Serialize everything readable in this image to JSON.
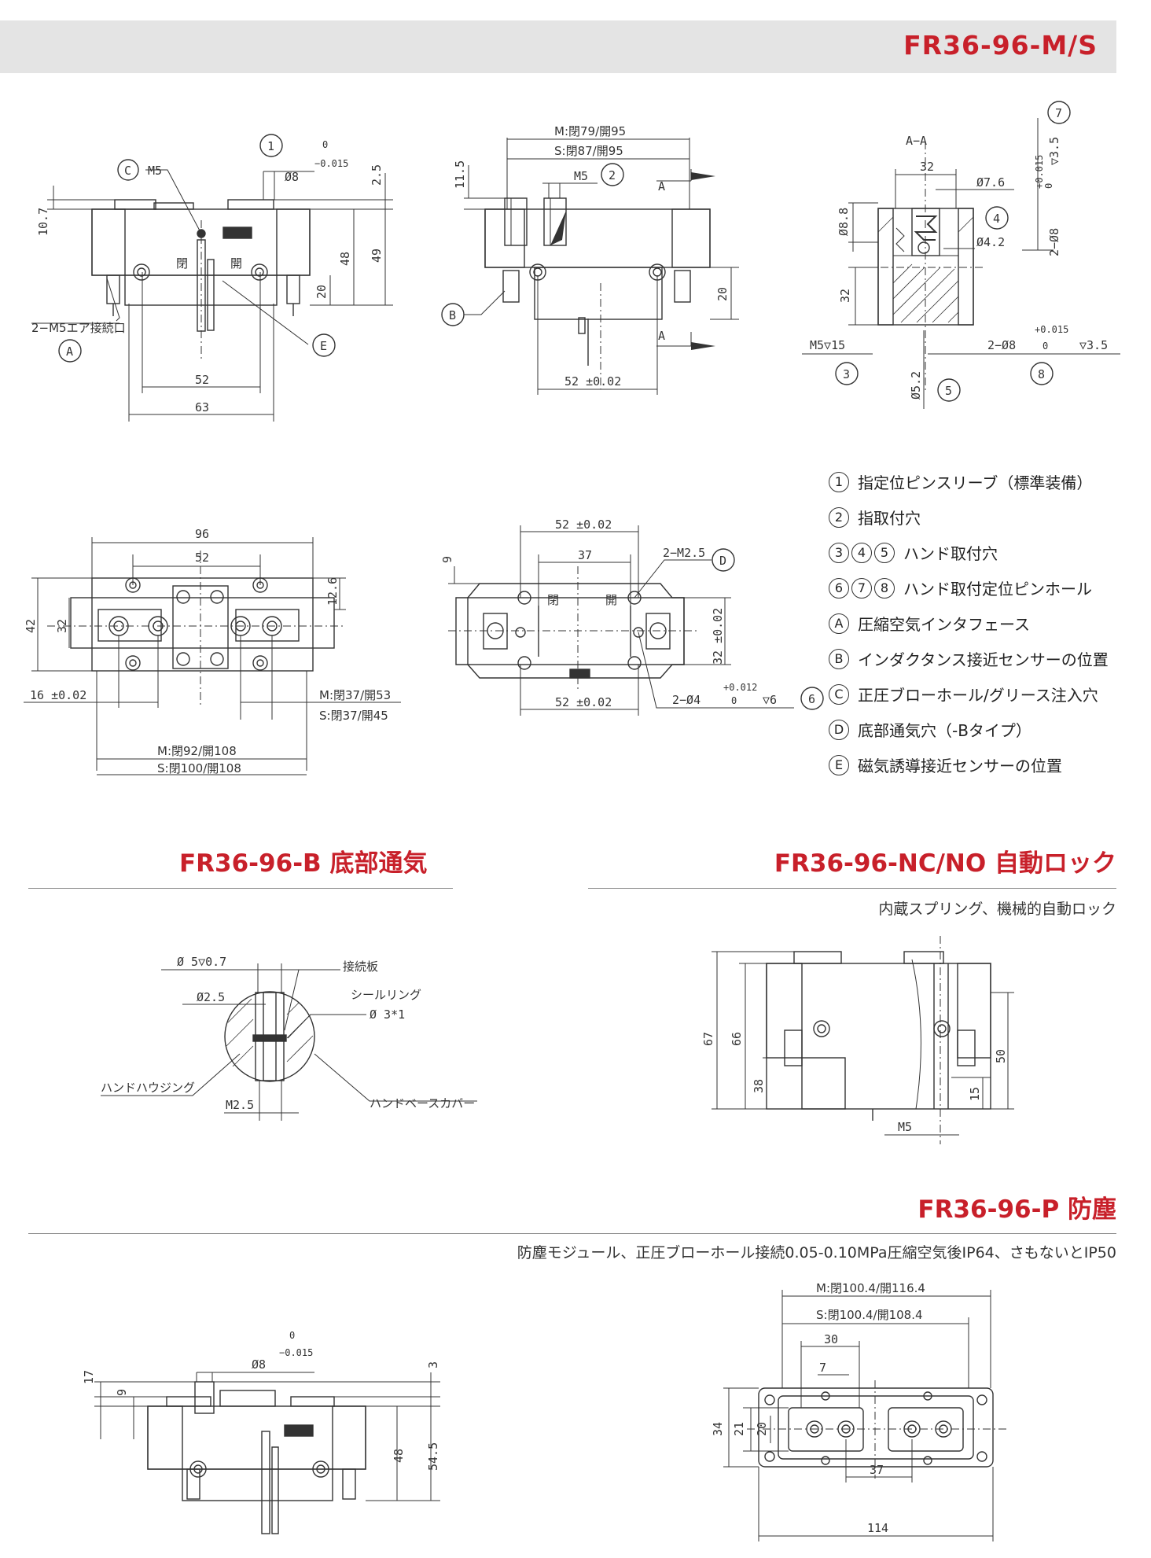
{
  "header": {
    "title": "FR36-96-M/S"
  },
  "legend": [
    {
      "marks": [
        "1"
      ],
      "text": "指定位ピンスリーブ（標準装備）"
    },
    {
      "marks": [
        "2"
      ],
      "text": "指取付穴"
    },
    {
      "marks": [
        "3",
        "4",
        "5"
      ],
      "text": "ハンド取付穴"
    },
    {
      "marks": [
        "6",
        "7",
        "8"
      ],
      "text": "ハンド取付定位ピンホール"
    },
    {
      "marks": [
        "A"
      ],
      "text": "圧縮空気インタフェース"
    },
    {
      "marks": [
        "B"
      ],
      "text": "インダクタンス接近センサーの位置"
    },
    {
      "marks": [
        "C"
      ],
      "text": "正圧ブローホール/グリース注入穴"
    },
    {
      "marks": [
        "D"
      ],
      "text": "底部通気穴（-Bタイプ）"
    },
    {
      "marks": [
        "E"
      ],
      "text": "磁気誘導接近センサーの位置"
    }
  ],
  "sections": {
    "b": {
      "title": "FR36-96-B 底部通気"
    },
    "ncno": {
      "title": "FR36-96-NC/NO 自動ロック",
      "subtitle": "内蔵スプリング、機械的自動ロック"
    },
    "p": {
      "title": "FR36-96-P 防塵",
      "subtitle": "防塵モジュール、正圧ブローホール接続0.05-0.10MPa圧縮空気後IP64、さもないとIP50"
    }
  },
  "drawings": {
    "front": {
      "m5": "M5",
      "c": "C",
      "one": "1",
      "dia8": "Ø8",
      "tol_up": "0",
      "tol_dn": "−0.015",
      "d25": "2.5",
      "d107": "10.7",
      "d48": "48",
      "d49": "49",
      "d20": "20",
      "air": "2−M5エア接続口",
      "a": "A",
      "e": "E",
      "d52": "52",
      "d63": "63",
      "closed": "閉",
      "open": "開"
    },
    "side": {
      "m": "M:閉79/開95",
      "s": "S:閉87/開95",
      "m5": "M5",
      "two": "2",
      "d115": "11.5",
      "a": "A",
      "b": "B",
      "d20": "20",
      "d52": "52 ±0.02"
    },
    "section": {
      "aa": "A−A",
      "d32": "32",
      "d76": "Ø7.6",
      "seven": "7",
      "d35": "▽3.5",
      "tol1": "+0.015",
      "tol0": "0",
      "d8v": "2−Ø8",
      "four": "4",
      "d42": "Ø4.2",
      "d88": "Ø8.8",
      "d32v": "32",
      "m5": "M5▽15",
      "d8b": "2−Ø8",
      "tol2": "+0.015",
      "tol2b": "0",
      "d35b": "▽3.5",
      "three": "3",
      "eight": "8",
      "d52": "Ø5.2",
      "five": "5"
    },
    "top": {
      "d96": "96",
      "d52": "52",
      "d126": "12.6",
      "d42": "42",
      "d32": "32",
      "d16": "16 ±0.02",
      "m37": "M:閉37/開53",
      "s37": "S:閉37/開45",
      "m92": "M:閉92/開108",
      "s100": "S:閉100/開108"
    },
    "bottom": {
      "d52t": "52 ±0.02",
      "d37": "37",
      "m25": "2−M2.5",
      "dD": "D",
      "d9": "9",
      "closed": "閉",
      "open": "開",
      "d32": "32 ±0.02",
      "d52b": "52 ±0.02",
      "pin": "2−Ø4",
      "ptol1": "+0.012",
      "ptol0": "0",
      "depth": "▽6",
      "six": "6"
    },
    "detailB": {
      "hole": "Ø 5▽0.7",
      "plate": "接続板",
      "d25": "Ø2.5",
      "seal": "シールリング",
      "seal2": "Ø 3*1",
      "housing": "ハンドハウジング",
      "m25": "M2.5",
      "cover": "ハンドベースカバー"
    },
    "nc": {
      "d67": "67",
      "d66": "66",
      "d38": "38",
      "d50": "50",
      "d15": "15",
      "m5": "M5"
    },
    "pfront": {
      "d17": "17",
      "d9": "9",
      "d8": "Ø8",
      "t0": "0",
      "t1": "−0.015",
      "d3": "3",
      "d48": "48",
      "d545": "54.5"
    },
    "ptop": {
      "m": "M:閉100.4/開116.4",
      "s": "S:閉100.4/開108.4",
      "d30": "30",
      "d7": "7",
      "d34": "34",
      "d21": "21",
      "d20": "20",
      "d37": "37",
      "d114": "114"
    }
  }
}
